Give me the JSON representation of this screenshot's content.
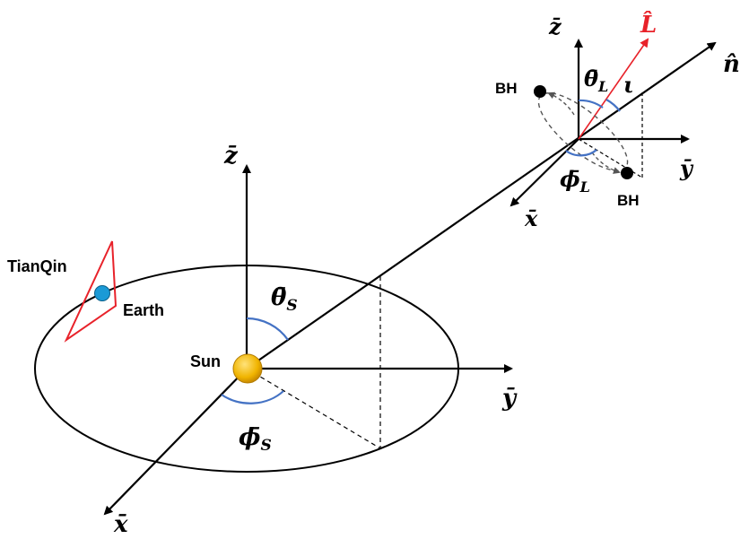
{
  "labels": {
    "sun": "Sun",
    "earth": "Earth",
    "tianqin": "TianQin",
    "bh_upper": "BH",
    "bh_lower": "BH",
    "n_hat": "n̂",
    "L_hat": "L̂",
    "iota": "ι"
  },
  "axes_main": {
    "z": "z̄",
    "y": "ȳ",
    "x": "x̄"
  },
  "axes_source": {
    "z": "z̄",
    "y": "ȳ",
    "x": "x̄"
  },
  "angles": {
    "theta_s": {
      "sym": "θ̄",
      "sub": "S"
    },
    "phi_s": {
      "sym": "ϕ̄",
      "sub": "S"
    },
    "theta_l": {
      "sym": "θ̄",
      "sub": "L"
    },
    "phi_l": {
      "sym": "ϕ̄",
      "sub": "L"
    }
  },
  "colors": {
    "line": "#000000",
    "arc": "#4472c4",
    "tianqin_triangle": "#e8222a",
    "earth_dot": "#1b9ad6",
    "sun_fill": "#f0b400",
    "L_vector": "#e8222a",
    "bh_dot": "#000000",
    "orbit_dash": "#555555"
  }
}
